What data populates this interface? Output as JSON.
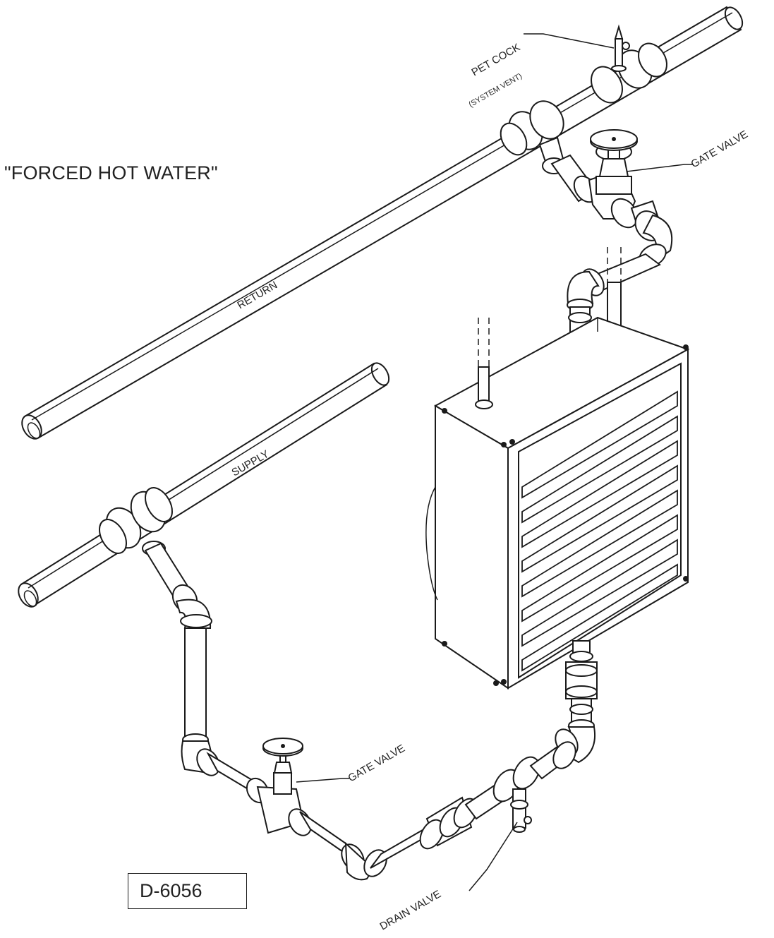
{
  "title": "\"FORCED HOT WATER\"",
  "drawing_number": "D-6056",
  "labels": {
    "pet_cock": "PET COCK",
    "system_vent": "(SYSTEM VENT)",
    "gate_valve_top": "GATE VALVE",
    "return": "RETURN",
    "supply": "SUPPLY",
    "gate_valve_bottom": "GATE VALVE",
    "drain_valve": "DRAIN VALVE"
  }
}
